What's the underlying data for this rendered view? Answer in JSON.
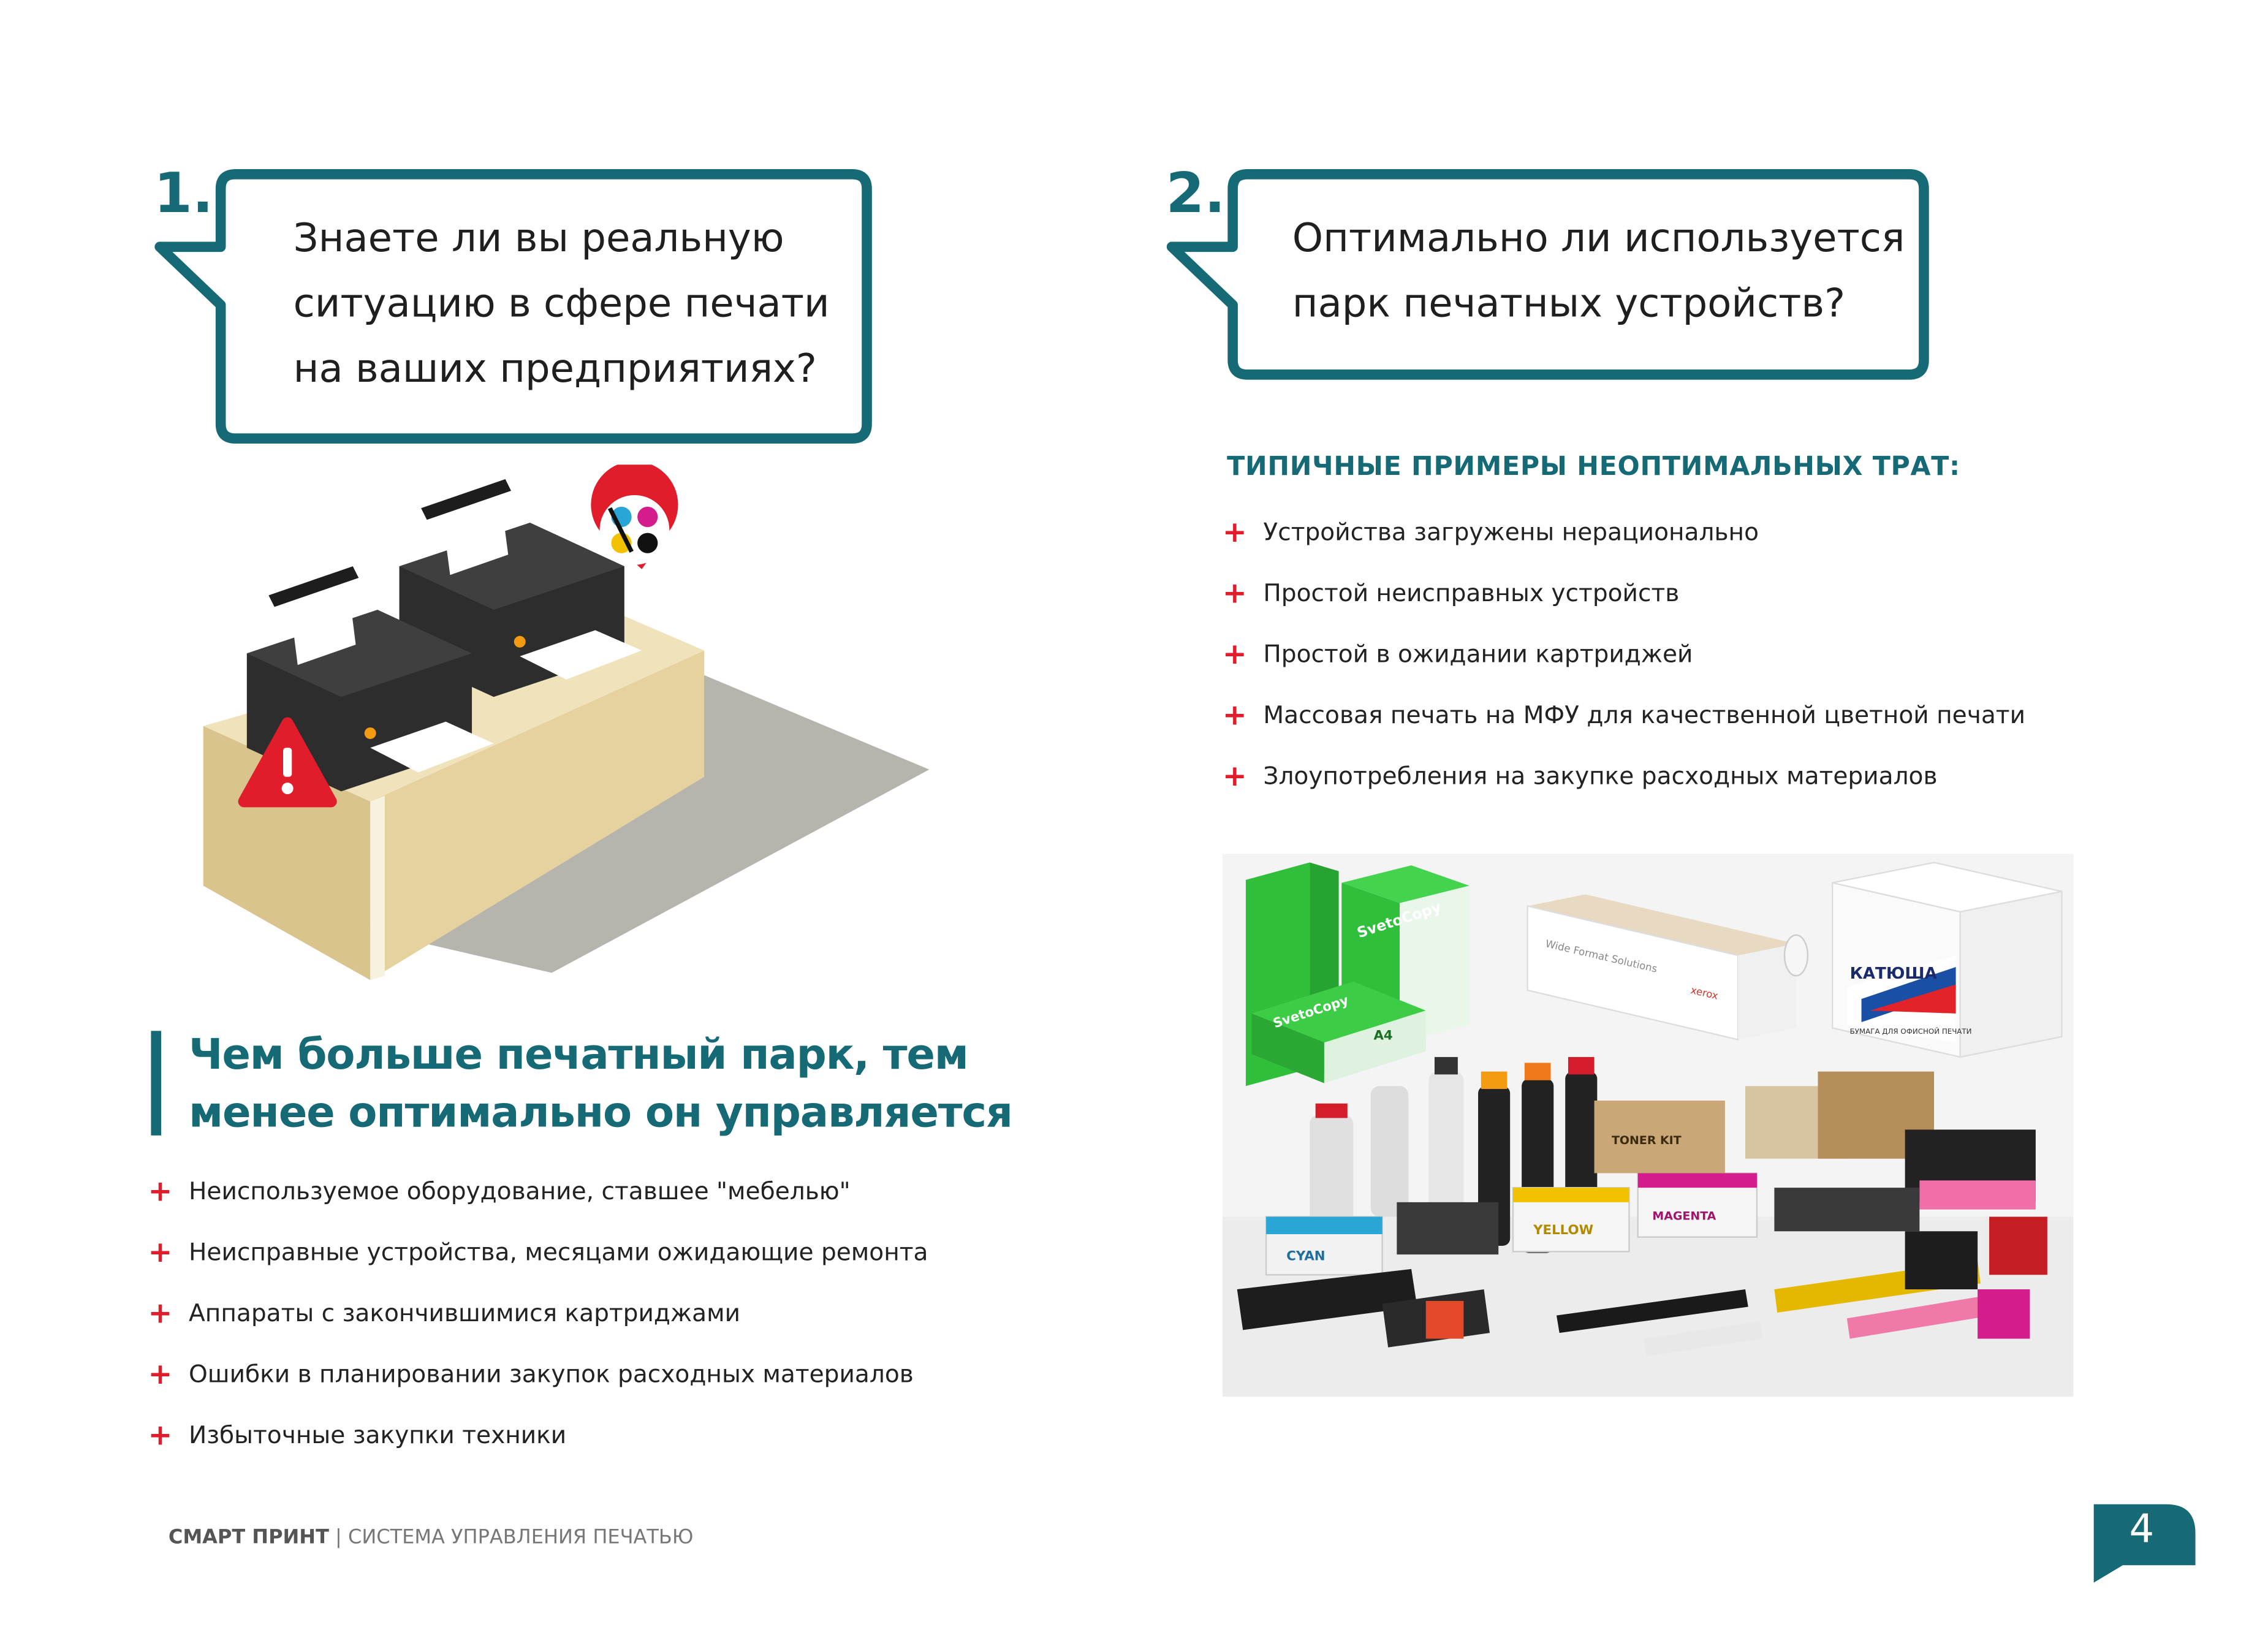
{
  "question1": {
    "number": "1.",
    "lines": [
      "Знаете ли вы реальную",
      "ситуацию в сфере печати",
      "на ваших предприятиях?"
    ]
  },
  "question2": {
    "number": "2.",
    "lines": [
      "Оптимально ли используется",
      "парк печатных устройств?"
    ]
  },
  "heading_left": {
    "lines": [
      "Чем больше печатный парк, тем",
      "менее оптимально он управляется"
    ]
  },
  "left_list": [
    "Неиспользуемое оборудование, ставшее \"мебелью\"",
    "Неисправные устройства, месяцами ожидающие ремонта",
    "Аппараты с закончившимися картриджами",
    "Ошибки в планировании закупок расходных материалов",
    "Избыточные закупки техники"
  ],
  "right_heading": "ТИПИЧНЫЕ ПРИМЕРЫ НЕОПТИМАЛЬНЫХ ТРАТ:",
  "right_list": [
    "Устройства загружены нерационально",
    "Простой неисправных устройств",
    "Простой в ожидании картриджей",
    "Массовая печать на МФУ для качественной цветной печати",
    "Злоупотребления на закупке расходных материалов"
  ],
  "supplies_labels": {
    "paper_brand": "SvetoCopy",
    "paper_size": "A4",
    "box_text": "Wide Format Solutions",
    "box_brand": "xerox",
    "paper_box_brand": "КАТЮША",
    "paper_box_desc": "БУМАГА ДЛЯ ОФИСНОЙ ПЕЧАТИ",
    "label_cyan": "CYAN",
    "label_yellow": "YELLOW",
    "label_magenta": "MAGENTA",
    "label_toner": "TONER KIT"
  },
  "footer": {
    "brand": "СМАРТ ПРИНТ",
    "separator": " | ",
    "subtitle": "СИСТЕМА УПРАВЛЕНИЯ ПЕЧАТЬЮ"
  },
  "page_number": "4",
  "colors": {
    "accent": "#156a76",
    "plus": "#e11d2b",
    "box": "#d9c48d"
  }
}
